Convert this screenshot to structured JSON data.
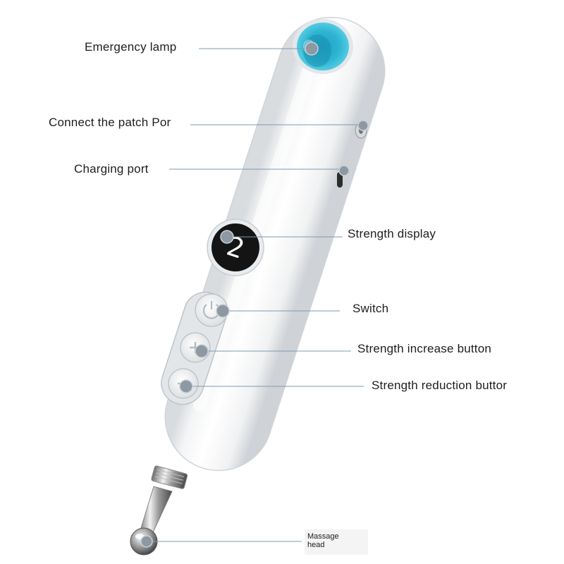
{
  "callouts": {
    "emergency_lamp": "Emergency lamp",
    "patch_port": "Connect the patch Por",
    "charging_port": "Charging port",
    "strength_display": "Strength display",
    "switch": "Switch",
    "strength_increase": "Strength increase button",
    "strength_reduction": "Strength reduction buttor",
    "massage_head_line1": "Massage",
    "massage_head_line2": "head"
  },
  "display": {
    "digit": "2"
  },
  "colors": {
    "lamp": "#2fb6d3",
    "display_bg": "#141414",
    "display_digit": "#ffffff",
    "leader_line": "#7d99b5",
    "callout_dot": "#8e98a2"
  }
}
